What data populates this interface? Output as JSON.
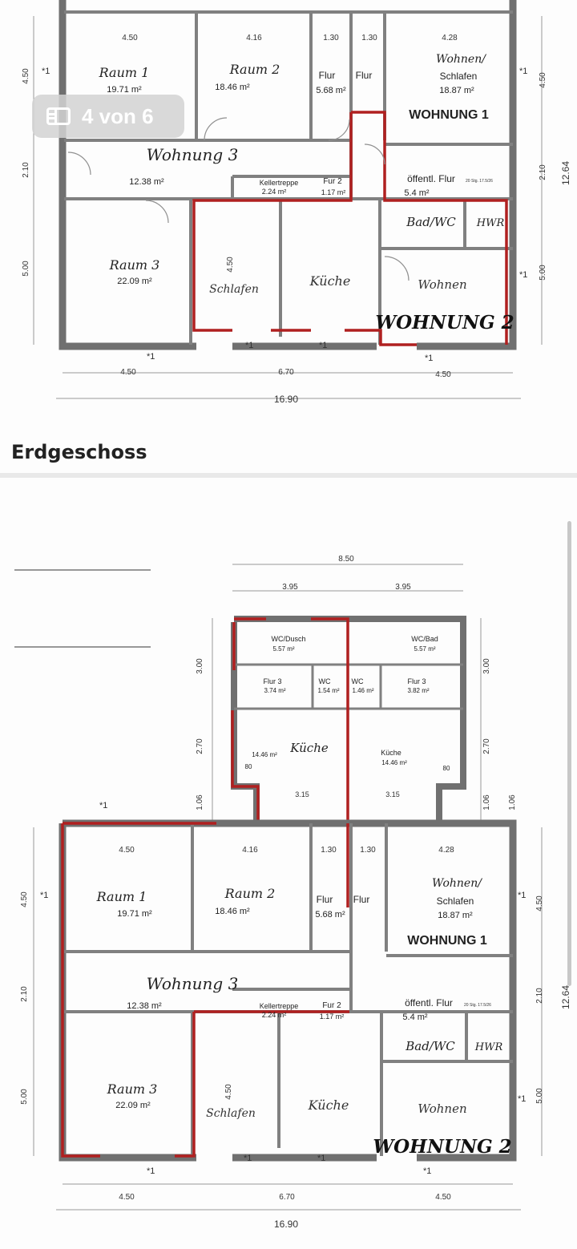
{
  "page_indicator": {
    "text": "4 von 6",
    "icon": "sidebar-pages-icon"
  },
  "caption": "Erdgeschoss",
  "colors": {
    "wall": "#707070",
    "red_line": "#b02020",
    "paper": "#fdfdfd"
  },
  "ground_floor": {
    "rooms": {
      "raum1_name": "Raum 1",
      "raum1_area": "19.71 m²",
      "raum2_name": "Raum 2",
      "raum2_area": "18.46 m²",
      "flur_a_name": "Flur",
      "flur_a_area": "5.68 m²",
      "flur_b_name": "Flur",
      "wohnen_name": "Wohnen/",
      "schlafen_name": "Schlafen",
      "wohnen_area": "18.87 m²",
      "wohnung1": "WOHNUNG 1",
      "wohnung3": "Wohnung 3",
      "wohnung3_area": "12.38 m²",
      "kellertreppe_name": "Kellertreppe",
      "kellertreppe_area": "2.24 m²",
      "fur2_name": "Fur 2",
      "fur2_area": "1.17 m²",
      "oeffentl_flur_name": "öffentl. Flur",
      "oeffentl_flur_area": "5.4 m²",
      "stairs_note": "20 Stg. 17.5/26",
      "bad_wc": "Bad/WC",
      "hwr": "HWR",
      "raum3_name": "Raum 3",
      "raum3_area": "22.09 m²",
      "schlafen2": "Schlafen",
      "kueche": "Küche",
      "wohnen2": "Wohnen",
      "wohnung2": "WOHNUNG 2"
    },
    "dims": {
      "top_1": "4.50",
      "top_2": "4.16",
      "top_3": "1.30",
      "top_4": "1.30",
      "top_5": "4.28",
      "left_1": "4.50",
      "left_2": "2.10",
      "left_3": "5.00",
      "right_1": "4.50",
      "right_2": "2.10",
      "right_3": "5.00",
      "right_total": "12.64",
      "bottom_1": "4.50",
      "bottom_2": "6.70",
      "bottom_3": "4.50",
      "total": "16.90",
      "inner_height": "4.50"
    },
    "marks": {
      "star1": "*1"
    }
  },
  "upper_floor": {
    "dims": {
      "width_total": "8.50",
      "w1": "3.95",
      "w2": "3.95",
      "h1": "3.00",
      "h2": "2.70",
      "h3": "1.06",
      "k1": "3.15",
      "k2": "3.15",
      "n80": "80"
    },
    "rooms": {
      "wc_dusch_name": "WC/Dusch",
      "wc_dusch_area": "5.57 m²",
      "wc_bad_name": "WC/Bad",
      "wc_bad_area": "5.57 m²",
      "flur3a_name": "Flur 3",
      "flur3a_area": "3.74 m²",
      "wc1_name": "WC",
      "wc1_area": "1.54 m²",
      "wc2_name": "WC",
      "wc2_area": "1.46 m²",
      "flur3b_name": "Flur 3",
      "flur3b_area": "3.82 m²",
      "kueche_a_area": "14.46 m²",
      "kueche_a_name": "Küche",
      "kueche_b_name": "Küche",
      "kueche_b_area": "14.46 m²"
    }
  }
}
